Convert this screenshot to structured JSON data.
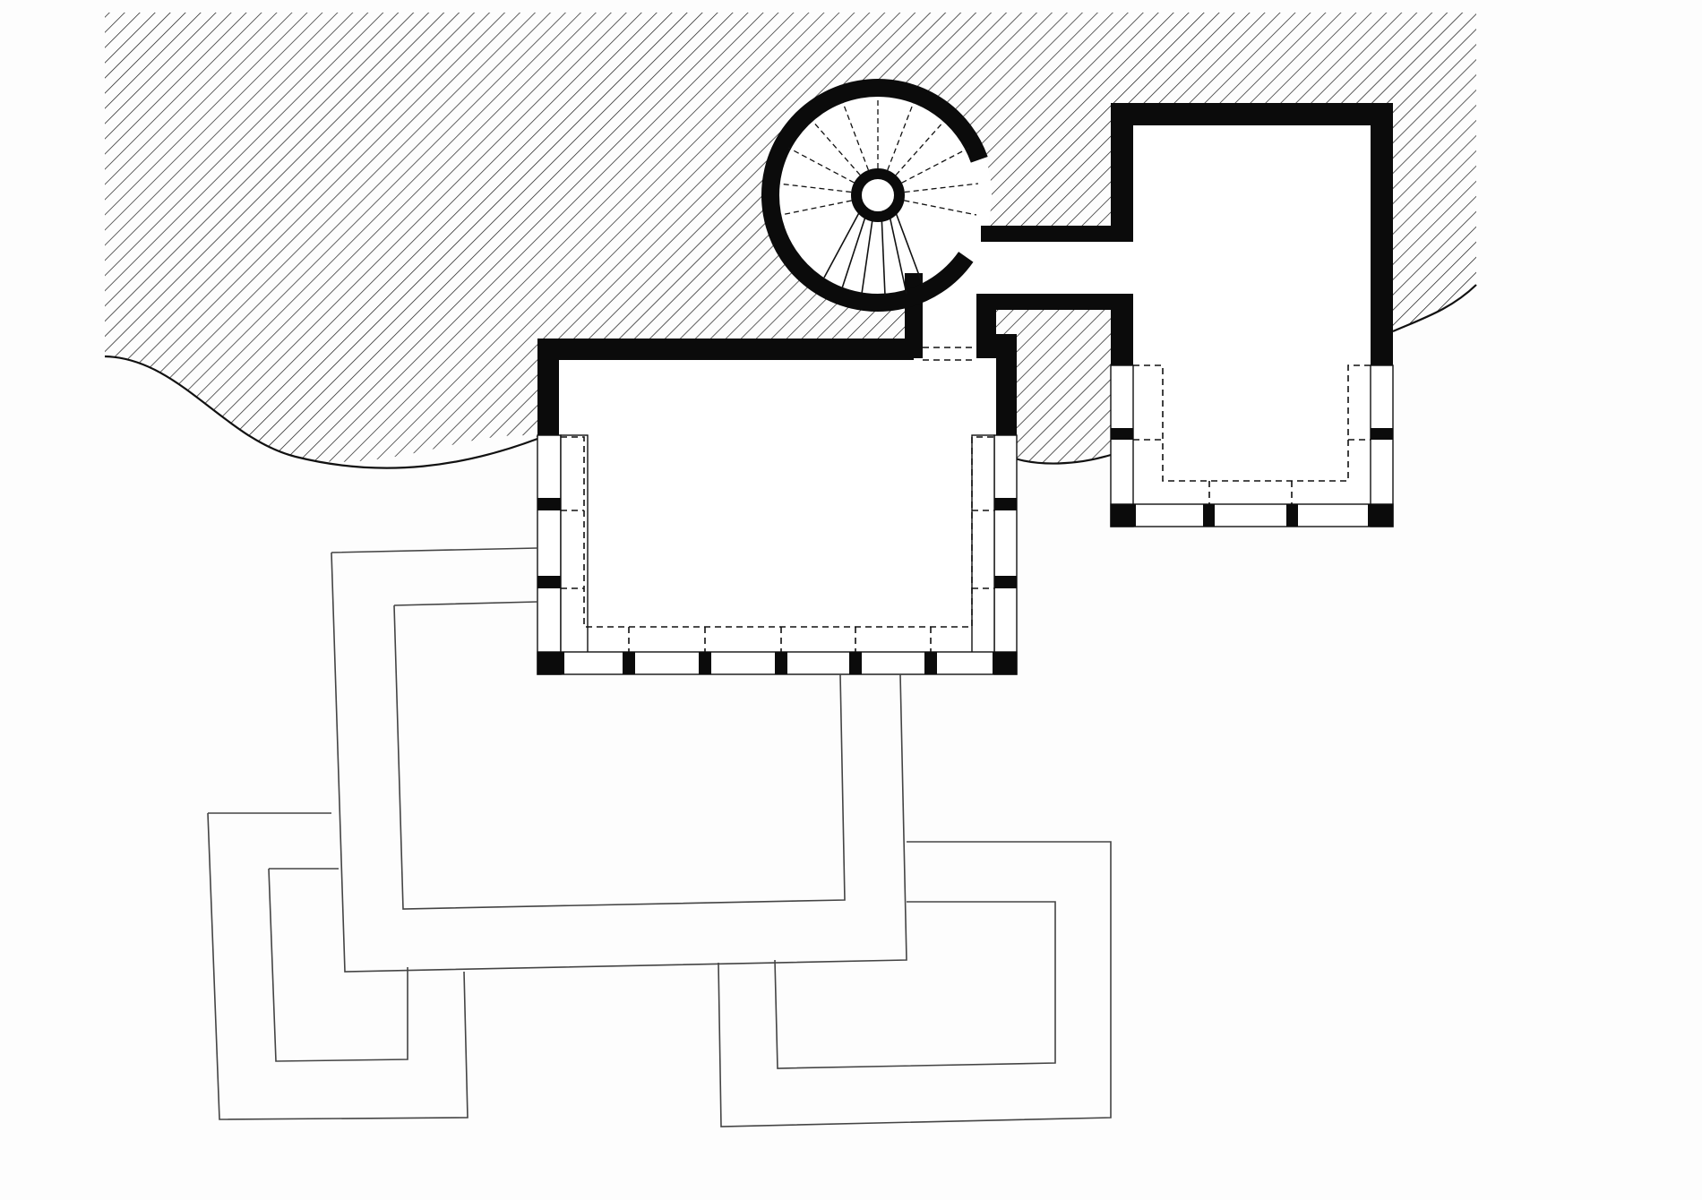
{
  "drawing": {
    "kind": "architectural-floor-plan",
    "labels": [],
    "colors": {
      "ink": "#0b0b0b",
      "paper": "#fdfdfd",
      "hatch": "#1a1a1a",
      "pavement_outline": "#444444"
    },
    "elements": {
      "hillside": "hatched-ground",
      "spiral_stair": "spiral-staircase",
      "main_pavilion": "glazed-room",
      "east_pavilion": "glazed-room",
      "link_corridor": "passage",
      "terrace": "interlocking-rectangular-paving"
    }
  }
}
